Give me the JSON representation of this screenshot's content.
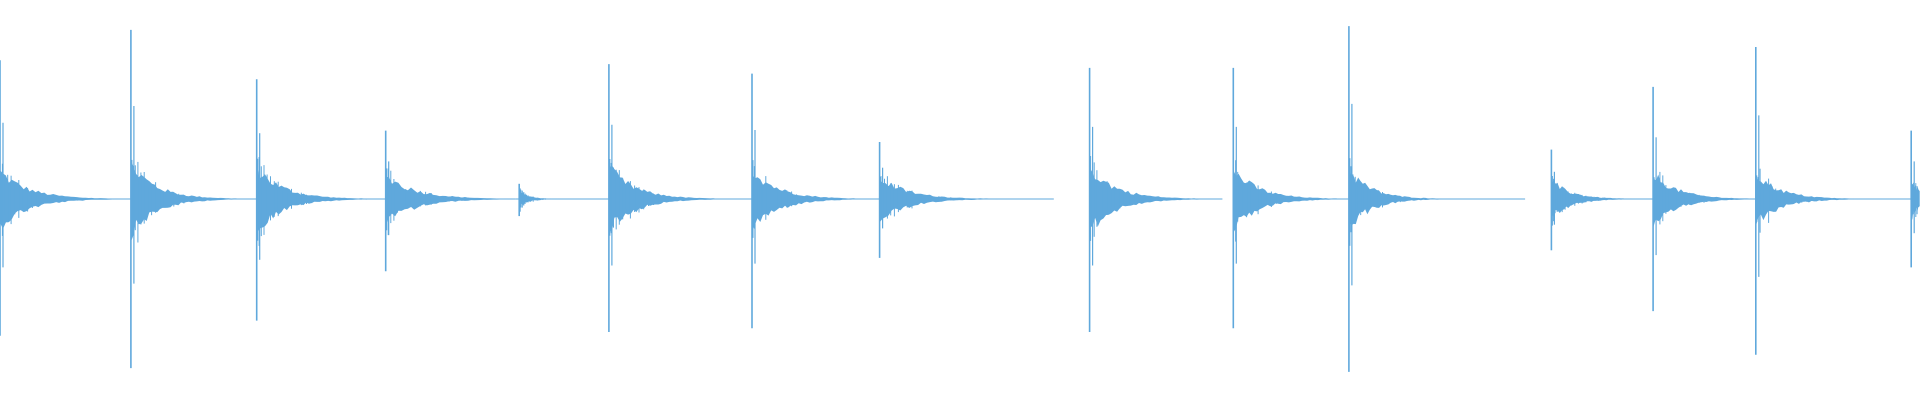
{
  "waveform": {
    "color": "#5fa8dc",
    "background": "#ffffff",
    "center_fraction": 0.4975,
    "gaps": [
      {
        "start": 0.0,
        "end": 1.0
      }
    ],
    "hits": [
      {
        "t": 0.0,
        "up": 0.73,
        "down": 0.72,
        "body": 0.14,
        "decay": 0.028
      },
      {
        "t": 0.0683,
        "up": 0.89,
        "down": 0.89,
        "body": 0.18,
        "decay": 0.025
      },
      {
        "t": 0.134,
        "up": 0.63,
        "down": 0.64,
        "body": 0.16,
        "decay": 0.026
      },
      {
        "t": 0.2013,
        "up": 0.36,
        "down": 0.38,
        "body": 0.12,
        "decay": 0.03
      },
      {
        "t": 0.271,
        "up": 0.08,
        "down": 0.09,
        "body": 0.04,
        "decay": 0.01
      },
      {
        "t": 0.3178,
        "up": 0.71,
        "down": 0.7,
        "body": 0.16,
        "decay": 0.026
      },
      {
        "t": 0.3925,
        "up": 0.66,
        "down": 0.68,
        "body": 0.15,
        "decay": 0.026
      },
      {
        "t": 0.4591,
        "up": 0.3,
        "down": 0.31,
        "body": 0.11,
        "decay": 0.028
      },
      {
        "t": 0.5687,
        "up": 0.69,
        "down": 0.7,
        "body": 0.16,
        "decay": 0.026
      },
      {
        "t": 0.6437,
        "up": 0.69,
        "down": 0.68,
        "body": 0.15,
        "decay": 0.025
      },
      {
        "t": 0.704,
        "up": 0.91,
        "down": 0.91,
        "body": 0.15,
        "decay": 0.022
      },
      {
        "t": 0.8097,
        "up": 0.26,
        "down": 0.27,
        "body": 0.09,
        "decay": 0.02
      },
      {
        "t": 0.8628,
        "up": 0.59,
        "down": 0.59,
        "body": 0.13,
        "decay": 0.024
      },
      {
        "t": 0.9164,
        "up": 0.8,
        "down": 0.82,
        "body": 0.13,
        "decay": 0.024
      },
      {
        "t": 0.9975,
        "up": 0.36,
        "down": 0.36,
        "body": 0.1,
        "decay": 0.01
      }
    ],
    "baseline_segments": [
      {
        "start": 0.0,
        "end": 0.269
      },
      {
        "start": 0.269,
        "end": 0.4591
      },
      {
        "start": 0.4591,
        "end": 0.55
      },
      {
        "start": 0.5687,
        "end": 0.638
      },
      {
        "start": 0.6437,
        "end": 0.796
      },
      {
        "start": 0.8097,
        "end": 1.0
      }
    ]
  }
}
